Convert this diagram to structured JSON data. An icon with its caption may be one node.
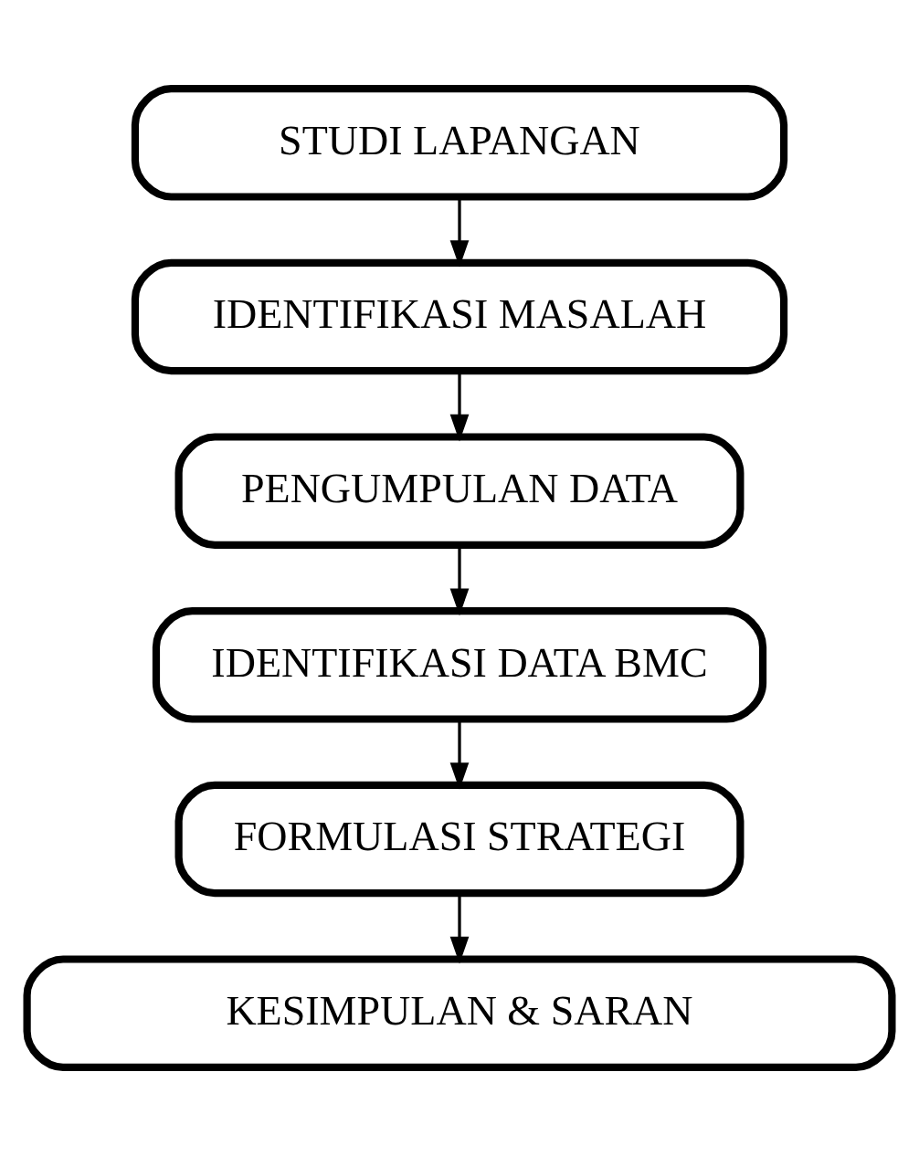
{
  "diagram": {
    "nodes": [
      {
        "text": [
          "STUDI LAPANGAN"
        ]
      },
      {
        "text": [
          "IDENTIFIKASI MASALAH"
        ]
      },
      {
        "text": [
          "PENGUMPULAN DATA"
        ]
      },
      {
        "text": [
          "IDENTIFIKASI DATA BMC"
        ]
      },
      {
        "text": [
          "FORMULASI STRATEGI"
        ]
      },
      {
        "text": [
          "KESIMPULAN & SARAN"
        ]
      }
    ],
    "edges": [
      {
        "from": 0,
        "to": 1,
        "arrow": "to"
      },
      {
        "from": 1,
        "to": 2,
        "arrow": "to"
      },
      {
        "from": 2,
        "to": 3,
        "arrow": "to"
      },
      {
        "from": 3,
        "to": 4,
        "arrow": "to"
      },
      {
        "from": 4,
        "to": 5,
        "arrow": "to"
      }
    ]
  }
}
